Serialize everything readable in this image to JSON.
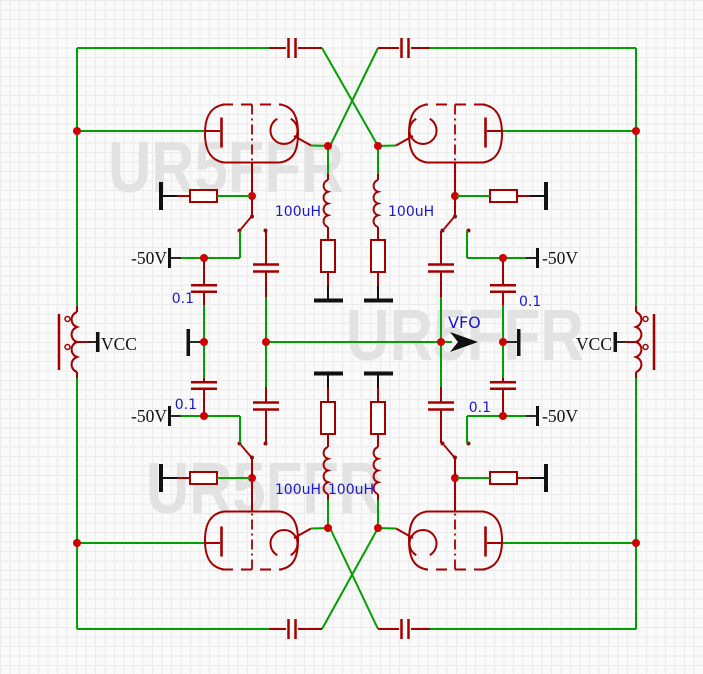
{
  "schematic": {
    "watermark": {
      "text": "UR5FFR"
    },
    "labels": {
      "inductor_top_left": "100uH",
      "inductor_top_right": "100uH",
      "inductor_bottom_left": "100uH",
      "inductor_bottom_right": "100uH",
      "cap_top_left": "0.1",
      "cap_top_right": "0.1",
      "cap_bottom_left": "0.1",
      "cap_bottom_right": "0.1",
      "bias_top_left": "-50V",
      "bias_top_right": "-50V",
      "bias_bottom_left": "-50V",
      "bias_bottom_right": "-50V",
      "vcc_left": "VCC",
      "vcc_right": "VCC",
      "output": "VFO"
    },
    "colors": {
      "wire": "#00A000",
      "component": "#A40000",
      "junction": "#D00000",
      "value_text": "#1A1ACD",
      "port_text": "#121212",
      "watermark": "#E2E2E2",
      "background": "#FAFAFA",
      "grid": "#EBEBEB"
    }
  }
}
